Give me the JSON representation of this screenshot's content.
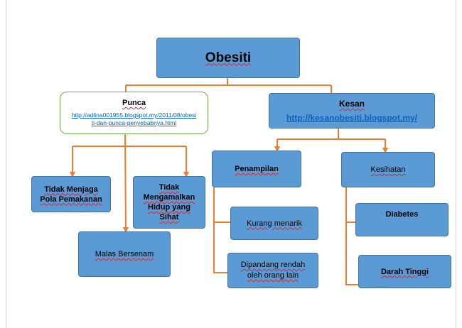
{
  "colors": {
    "box_fill": "#5b9bd5",
    "box_border": "#41719c",
    "connector": "#ed7d31",
    "hyperlink": "#0563c1",
    "punca_border": "#70ad47"
  },
  "root": {
    "title": "Obesiti"
  },
  "punca": {
    "title": "Punca",
    "link_line1": "http://adlina001955.blogspot.my/2011/08/obesi",
    "link_line2": "ti-dan-punca-penyebabnya.html",
    "children": [
      {
        "line1": "Tidak Menjaga",
        "line2": "Pola Pemakanan"
      },
      {
        "line1": "Tidak",
        "line2": "Mengamalkan",
        "line3": "Hidup yang",
        "line4": "Sihat"
      },
      {
        "line1": "Malas Bersenam"
      }
    ]
  },
  "kesan": {
    "title": "Kesan",
    "link": "http://kesanobesiti.blogspot.my/",
    "penampilan": {
      "title": "Penampilan",
      "children": [
        {
          "line1": "Kurang menarik"
        },
        {
          "line1": "Dipandang rendah",
          "line2": "oleh orang lain"
        }
      ]
    },
    "kesihatan": {
      "title": "Kesihatan",
      "children": [
        {
          "line1": "Diabetes"
        },
        {
          "line1": "Darah Tinggi"
        }
      ]
    }
  }
}
